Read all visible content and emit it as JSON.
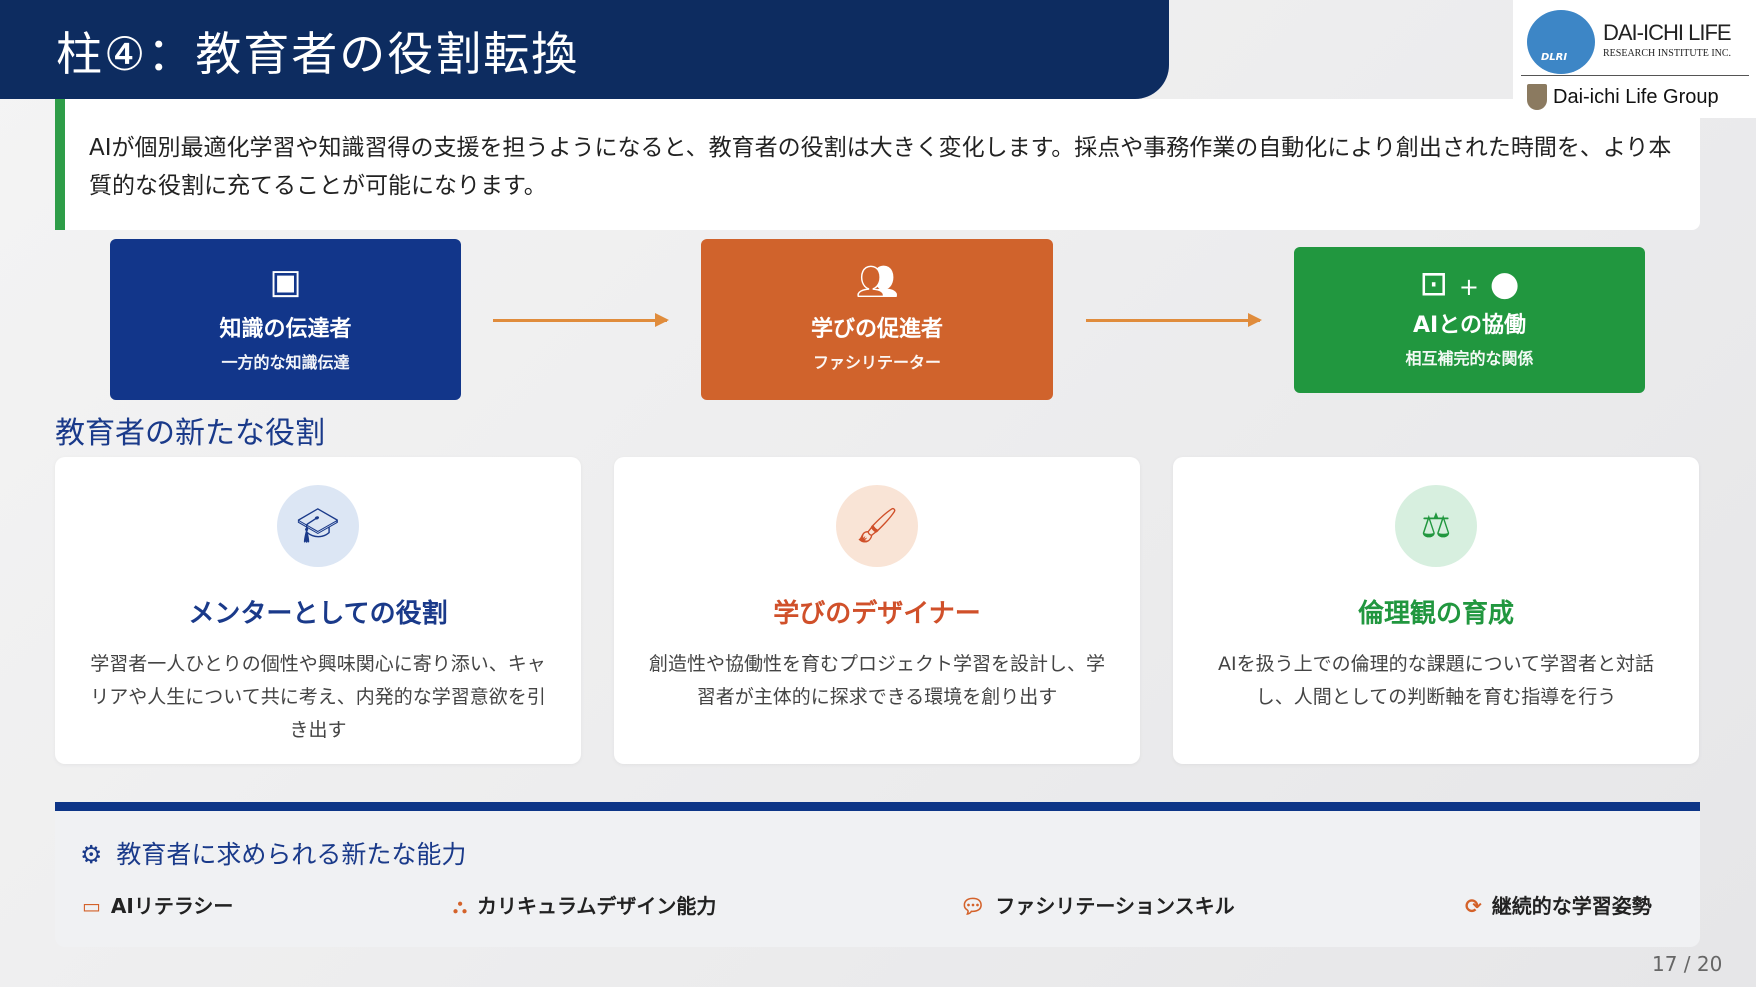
{
  "header": {
    "title": "柱④：教育者の役割転換"
  },
  "logo": {
    "org": "DAI-ICHI LIFE",
    "sub": "RESEARCH INSTITUTE INC.",
    "mark": "DLRI",
    "group": "Dai-ichi Life Group"
  },
  "intro": "AIが個別最適化学習や知識習得の支援を担うようになると、教育者の役割は大きく変化します。採点や事務作業の自動化により創出された時間を、より本質的な役割に充てることが可能になります。",
  "roles": [
    {
      "icon": "teacher-board-icon",
      "main": "知識の伝達者",
      "sub": "一方的な知識伝達",
      "color": "#12368a"
    },
    {
      "icon": "users-icon",
      "main": "学びの促進者",
      "sub": "ファシリテーター",
      "color": "#d0632c"
    },
    {
      "icon": "robot-plus-user-icon",
      "plus": "+",
      "main": "AIとの協働",
      "sub": "相互補完的な関係",
      "color": "#21973f"
    }
  ],
  "section_title": "教育者の新たな役割",
  "cards": [
    {
      "title": "メンターとしての役割",
      "desc": "学習者一人ひとりの個性や興味関心に寄り添い、キャリアや人生について共に考え、内発的な学習意欲を引き出す",
      "color": "#1a3a8a"
    },
    {
      "title": "学びのデザイナー",
      "desc": "創造性や協働性を育むプロジェクト学習を設計し、学習者が主体的に探求できる環境を創り出す",
      "color": "#d0502a"
    },
    {
      "title": "倫理観の育成",
      "desc": "AIを扱う上での倫理的な課題について学習者と対話し、人間としての判断軸を育む指導を行う",
      "color": "#21973f"
    }
  ],
  "skills": {
    "title": "教育者に求められる新たな能力",
    "items": [
      "AIリテラシー",
      "カリキュラムデザイン能力",
      "ファシリテーションスキル",
      "継続的な学習姿勢"
    ]
  },
  "page": "17 / 20"
}
